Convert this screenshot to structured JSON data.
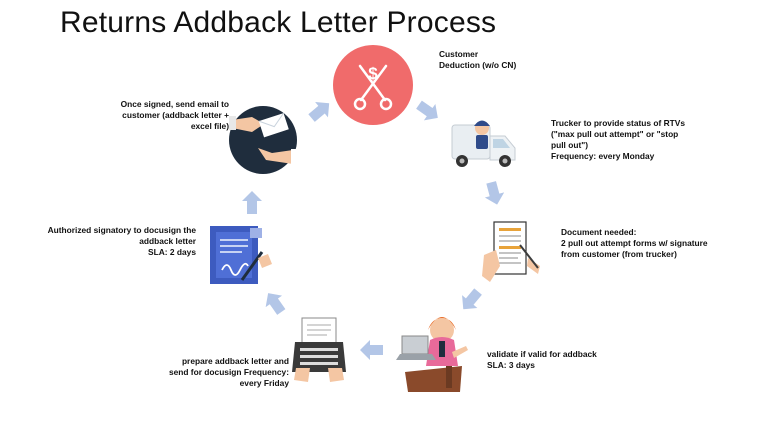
{
  "title": "Returns Addback Letter Process",
  "steps": {
    "deduction": "Customer\nDeduction (w/o CN)",
    "trucker": "Trucker to provide status of RTVs\n(\"max pull out attempt\" or \"stop\npull out\")\nFrequency: every Monday",
    "document": "Document needed:\n2 pull out attempt forms w/ signature\nfrom customer (from trucker)",
    "validate": "validate if valid for addback\nSLA: 3 days",
    "prepare": "prepare addback letter and\nsend for docusign Frequency:\nevery Friday",
    "docusign": "Authorized signatory to docusign the\naddback letter\nSLA: 2 days",
    "email": "Once signed,  send email to\ncustomer (addback letter +\nexcel file)"
  },
  "icon_dollar": "$",
  "colors": {
    "arrow": "#b3c6e7",
    "red_circle": "#f06b6b",
    "navy_circle": "#1f2d3d"
  }
}
